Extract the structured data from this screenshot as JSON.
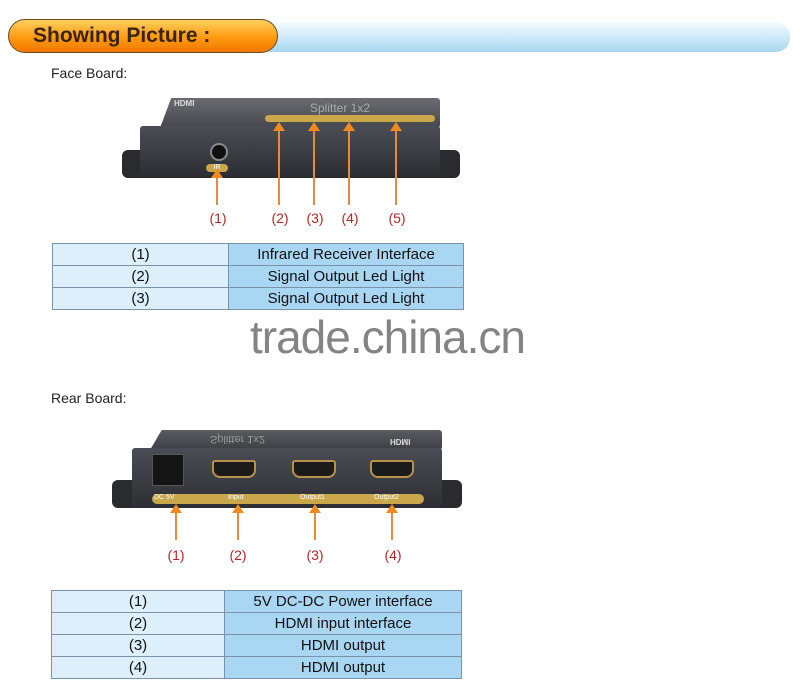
{
  "header": {
    "title": "Showing Picture :"
  },
  "face": {
    "title": "Face Board:",
    "device_labels": {
      "brand": "HDMI",
      "model": "Splitter 1x2",
      "ir": "IR"
    },
    "callouts": [
      "(1)",
      "(2)",
      "(3)",
      "(4)",
      "(5)"
    ],
    "table": [
      {
        "key": "(1)",
        "value": "Infrared Receiver Interface"
      },
      {
        "key": "(2)",
        "value": "Signal Output Led Light"
      },
      {
        "key": "(3)",
        "value": "Signal Output Led Light"
      }
    ]
  },
  "watermark": "trade.china.cn",
  "rear": {
    "title": "Rear Board:",
    "port_labels": [
      "DC 5V",
      "Input",
      "Output1",
      "Output2"
    ],
    "device_labels": {
      "brand": "HDMI",
      "model": "Splitter 1x2"
    },
    "callouts": [
      "(1)",
      "(2)",
      "(3)",
      "(4)"
    ],
    "table": [
      {
        "key": "(1)",
        "value": "5V DC-DC Power interface"
      },
      {
        "key": "(2)",
        "value": "HDMI input interface"
      },
      {
        "key": "(3)",
        "value": "HDMI output"
      },
      {
        "key": "(4)",
        "value": "HDMI output"
      }
    ]
  },
  "colors": {
    "banner": "#ff9a10",
    "table_key": "#dceffb",
    "table_value": "#a9d6f3",
    "callout": "#b2282a",
    "arrow": "#f3891f"
  }
}
